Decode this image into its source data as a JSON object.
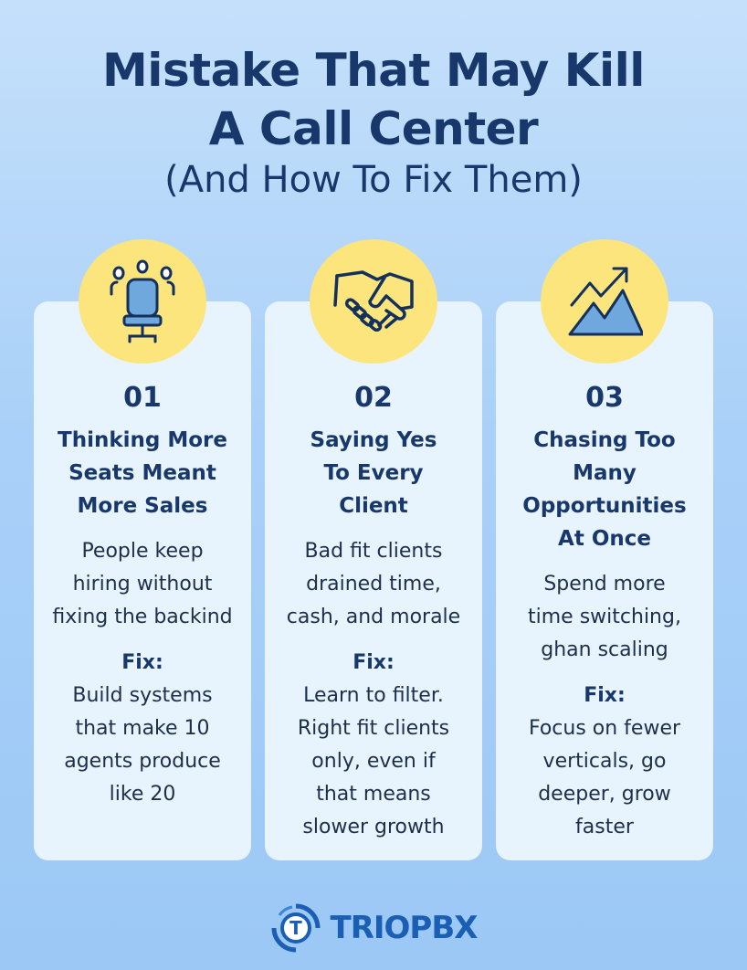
{
  "title": {
    "line1": "Mistake That May Kill",
    "line2": "A Call Center",
    "subtitle": "(And How To Fix Them)"
  },
  "cards": [
    {
      "number": "01",
      "icon": "office-chair-team-icon",
      "heading": [
        "Thinking More",
        "Seats Meant",
        "More Sales"
      ],
      "body": [
        "People keep",
        "hiring without",
        "fixing the backind"
      ],
      "fix_label": "Fix:",
      "fix": [
        "Build systems",
        "that make 10",
        "agents produce",
        "like 20"
      ]
    },
    {
      "number": "02",
      "icon": "handshake-icon",
      "heading": [
        "Saying Yes",
        "To Every",
        "Client"
      ],
      "body": [
        "Bad fit clients",
        "drained time,",
        "cash, and morale"
      ],
      "fix_label": "Fix:",
      "fix": [
        "Learn to filter.",
        "Right fit clients",
        "only, even if",
        "that means",
        "slower growth"
      ]
    },
    {
      "number": "03",
      "icon": "growth-chart-icon",
      "heading": [
        "Chasing Too",
        "Many",
        "Opportunities",
        "At Once"
      ],
      "body": [
        "Spend more",
        "time switching,",
        "ghan scaling"
      ],
      "fix_label": "Fix:",
      "fix": [
        "Focus on fewer",
        "verticals, go",
        "deeper, grow",
        "faster"
      ]
    }
  ],
  "brand": {
    "name": "TRIOPBX",
    "logo_letter": "T"
  },
  "colors": {
    "title": "#18386b",
    "circle": "#fbe57c",
    "card": "#e7f3fd",
    "brand": "#1a5fb4"
  }
}
